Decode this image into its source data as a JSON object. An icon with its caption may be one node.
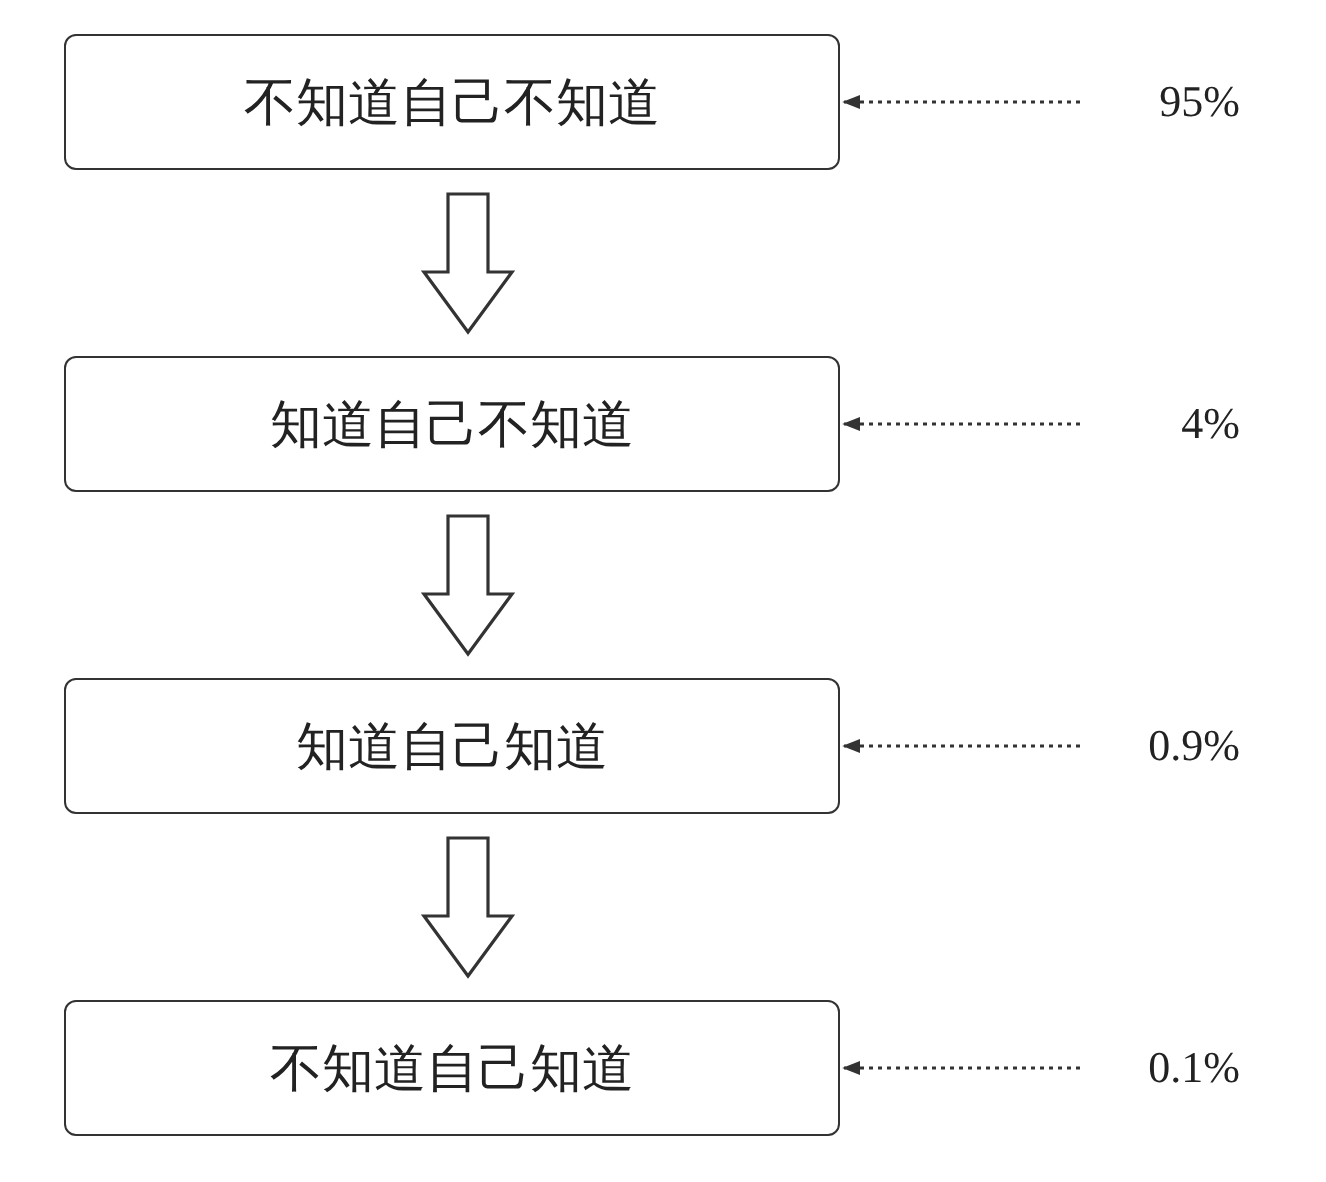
{
  "diagram": {
    "nodes": [
      {
        "text": [
          "不知道自己不知道"
        ]
      },
      {
        "text": [
          "知道自己不知道"
        ]
      },
      {
        "text": [
          "知道自己知道"
        ]
      },
      {
        "text": [
          "不知道自己知道"
        ]
      },
      {
        "text": [
          "95%"
        ]
      },
      {
        "text": [
          "4%"
        ]
      },
      {
        "text": [
          "0.9%"
        ]
      },
      {
        "text": [
          "0.1%"
        ]
      }
    ],
    "edges": [
      {
        "from": 0,
        "to": 1,
        "arrow": "to"
      },
      {
        "from": 1,
        "to": 2,
        "arrow": "to"
      },
      {
        "from": 2,
        "to": 3,
        "arrow": "to"
      },
      {
        "from": 4,
        "to": 0,
        "arrow": "to",
        "style": "dashed"
      },
      {
        "from": 5,
        "to": 1,
        "arrow": "to",
        "style": "dashed"
      },
      {
        "from": 6,
        "to": 2,
        "arrow": "to",
        "style": "dashed"
      },
      {
        "from": 7,
        "to": 3,
        "arrow": "to",
        "style": "dashed"
      }
    ]
  }
}
